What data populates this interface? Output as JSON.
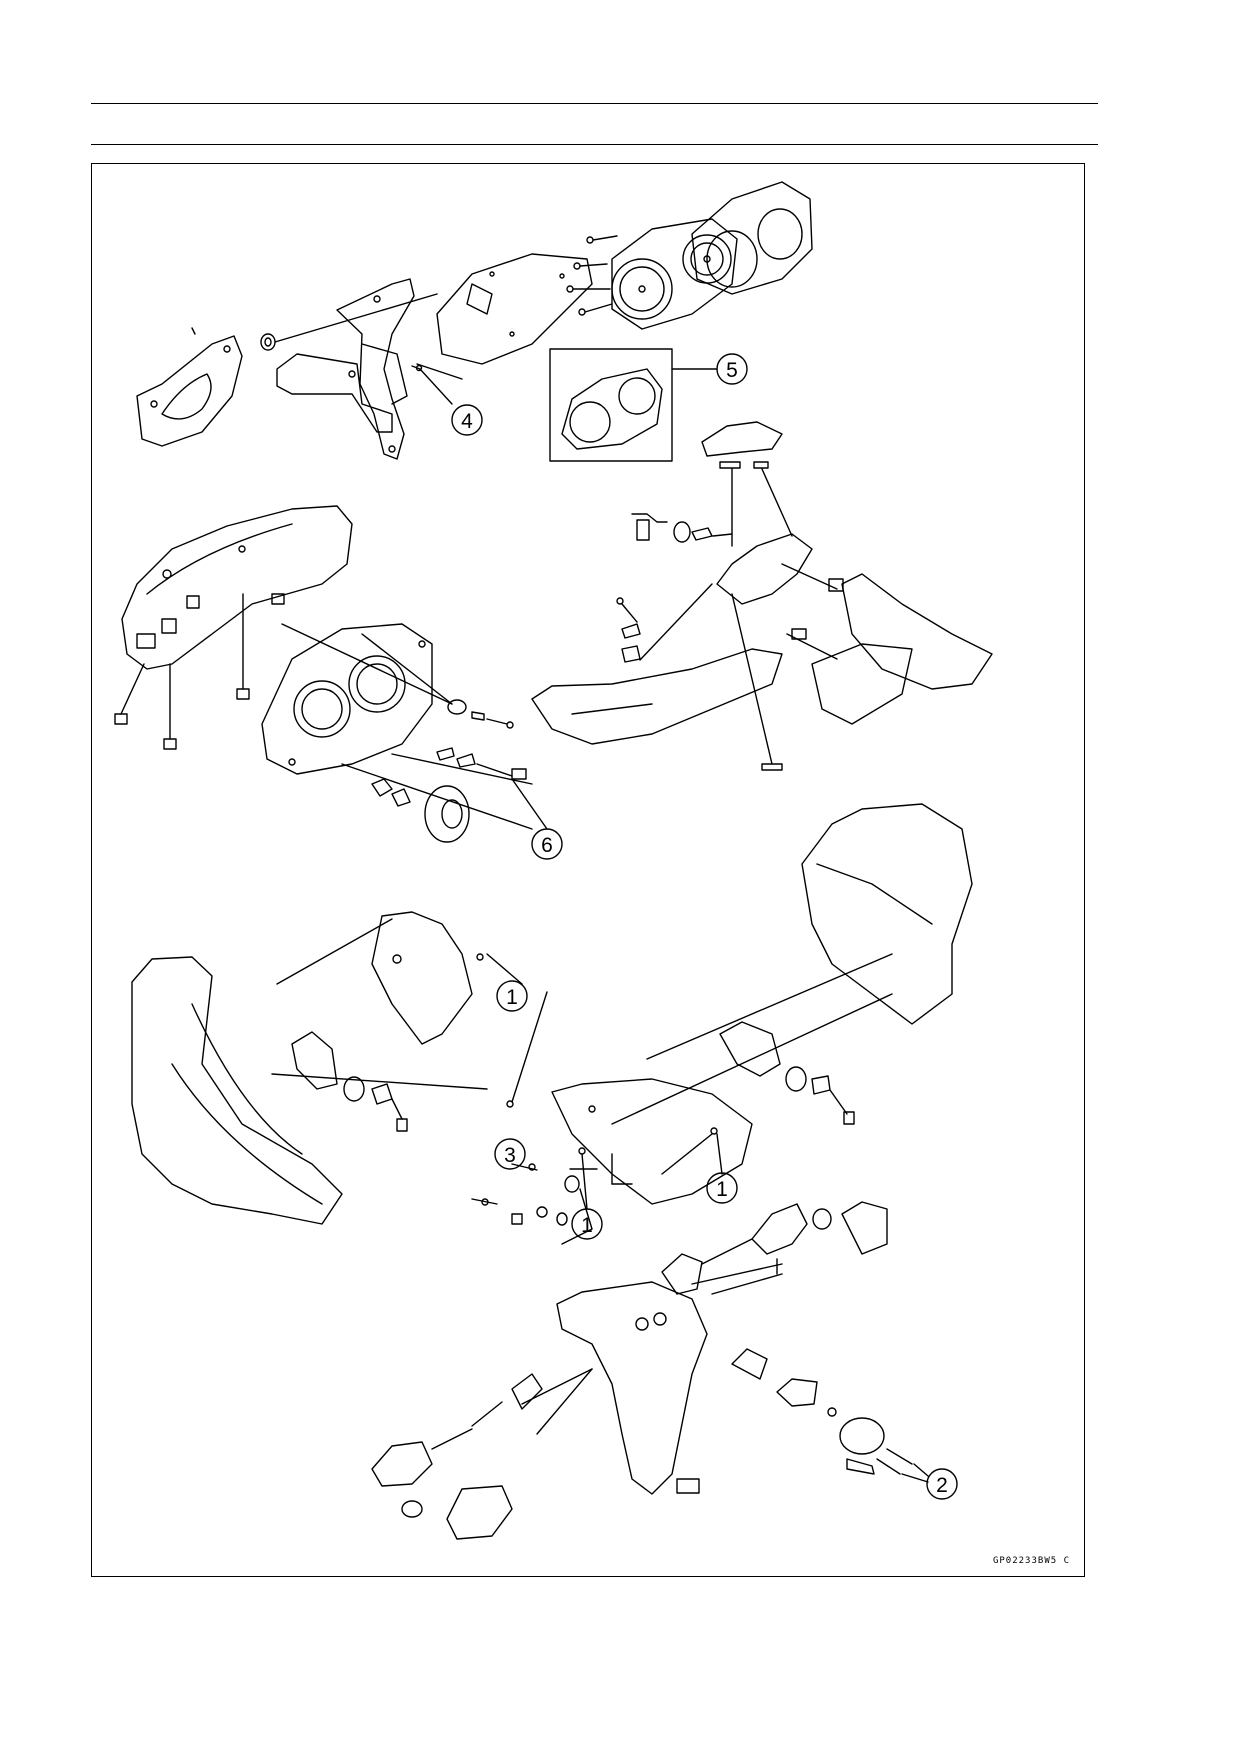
{
  "figure": {
    "code": "GP02233BW5  C",
    "callouts": [
      "1",
      "1",
      "1",
      "1",
      "2",
      "3",
      "4",
      "5",
      "6"
    ]
  },
  "colors": {
    "line": "#000000",
    "background": "#ffffff"
  }
}
